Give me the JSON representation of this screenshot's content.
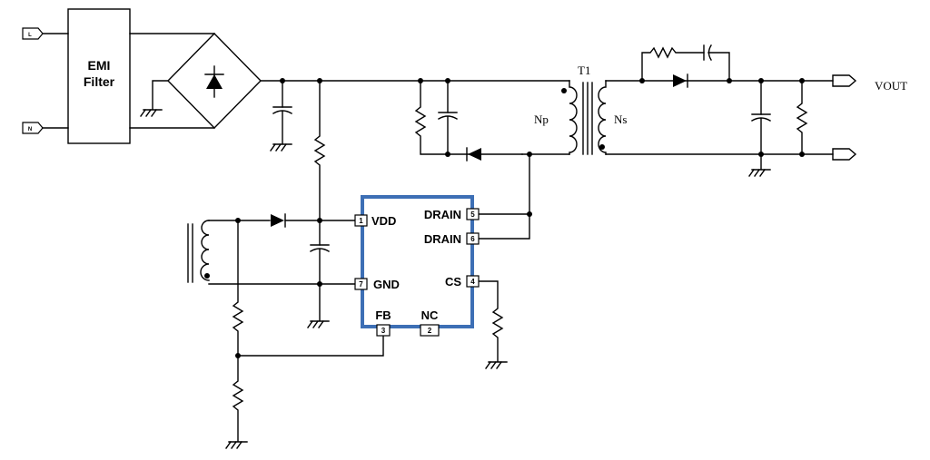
{
  "inputs": {
    "line_label": "L",
    "neutral_label": "N"
  },
  "emi_filter": {
    "line1": "EMI",
    "line2": "Filter"
  },
  "transformer": {
    "name": "T1",
    "primary": "Np",
    "secondary": "Ns"
  },
  "output": {
    "label": "VOUT"
  },
  "ic": {
    "border_color": "#3d6fb5",
    "pins": [
      {
        "num": "1",
        "name": "VDD"
      },
      {
        "num": "5",
        "name": "DRAIN"
      },
      {
        "num": "6",
        "name": "DRAIN"
      },
      {
        "num": "7",
        "name": "GND"
      },
      {
        "num": "4",
        "name": "CS"
      },
      {
        "num": "3",
        "name": "FB"
      },
      {
        "num": "2",
        "name": "NC"
      }
    ]
  }
}
